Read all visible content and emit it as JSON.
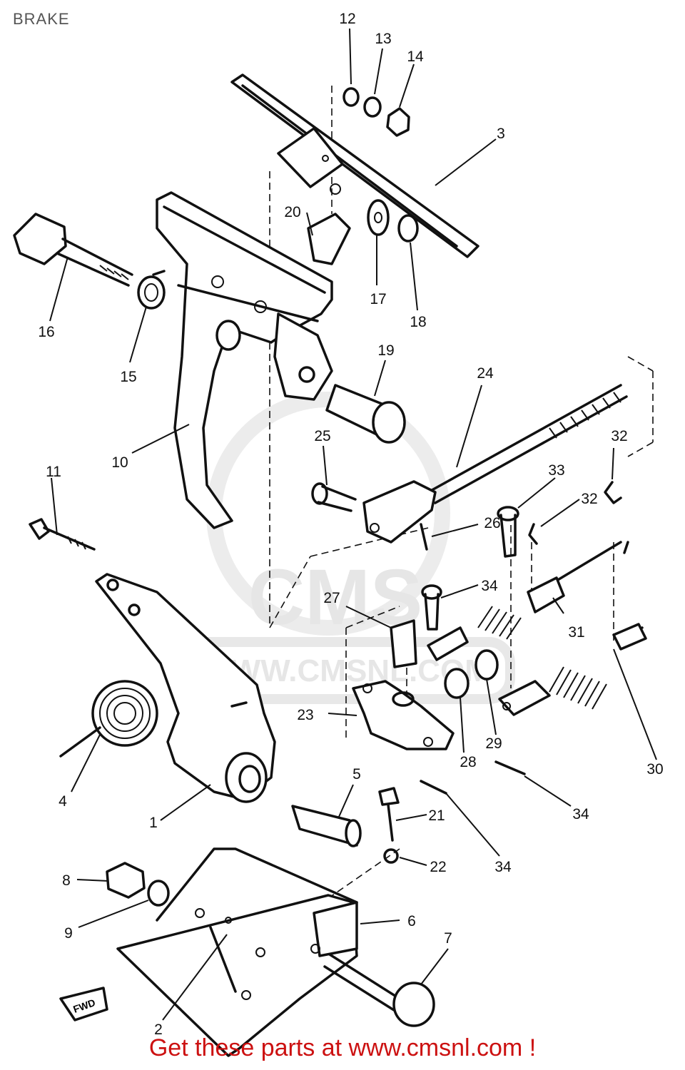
{
  "title": "BRAKE",
  "footer": "Get these parts at www.cmsnl.com !",
  "watermark": {
    "logo_text": "CMS",
    "url_text": "WWW.CMSNL.COM"
  },
  "fwd_arrow_text": "FWD",
  "callouts": [
    {
      "id": "c1",
      "label": "1"
    },
    {
      "id": "c2",
      "label": "2"
    },
    {
      "id": "c3",
      "label": "3"
    },
    {
      "id": "c4",
      "label": "4"
    },
    {
      "id": "c5",
      "label": "5"
    },
    {
      "id": "c6",
      "label": "6"
    },
    {
      "id": "c7",
      "label": "7"
    },
    {
      "id": "c8",
      "label": "8"
    },
    {
      "id": "c9",
      "label": "9"
    },
    {
      "id": "c10",
      "label": "10"
    },
    {
      "id": "c11",
      "label": "11"
    },
    {
      "id": "c12",
      "label": "12"
    },
    {
      "id": "c13",
      "label": "13"
    },
    {
      "id": "c14",
      "label": "14"
    },
    {
      "id": "c15",
      "label": "15"
    },
    {
      "id": "c16",
      "label": "16"
    },
    {
      "id": "c17",
      "label": "17"
    },
    {
      "id": "c18",
      "label": "18"
    },
    {
      "id": "c19",
      "label": "19"
    },
    {
      "id": "c20",
      "label": "20"
    },
    {
      "id": "c21",
      "label": "21"
    },
    {
      "id": "c22",
      "label": "22"
    },
    {
      "id": "c23",
      "label": "23"
    },
    {
      "id": "c24",
      "label": "24"
    },
    {
      "id": "c25",
      "label": "25"
    },
    {
      "id": "c26",
      "label": "26"
    },
    {
      "id": "c27",
      "label": "27"
    },
    {
      "id": "c28",
      "label": "28"
    },
    {
      "id": "c29",
      "label": "29"
    },
    {
      "id": "c30",
      "label": "30"
    },
    {
      "id": "c31",
      "label": "31"
    },
    {
      "id": "c32a",
      "label": "32"
    },
    {
      "id": "c32b",
      "label": "32"
    },
    {
      "id": "c33a",
      "label": "33"
    },
    {
      "id": "c33b",
      "label": "33"
    },
    {
      "id": "c34a",
      "label": "34"
    },
    {
      "id": "c34b",
      "label": "34"
    }
  ]
}
